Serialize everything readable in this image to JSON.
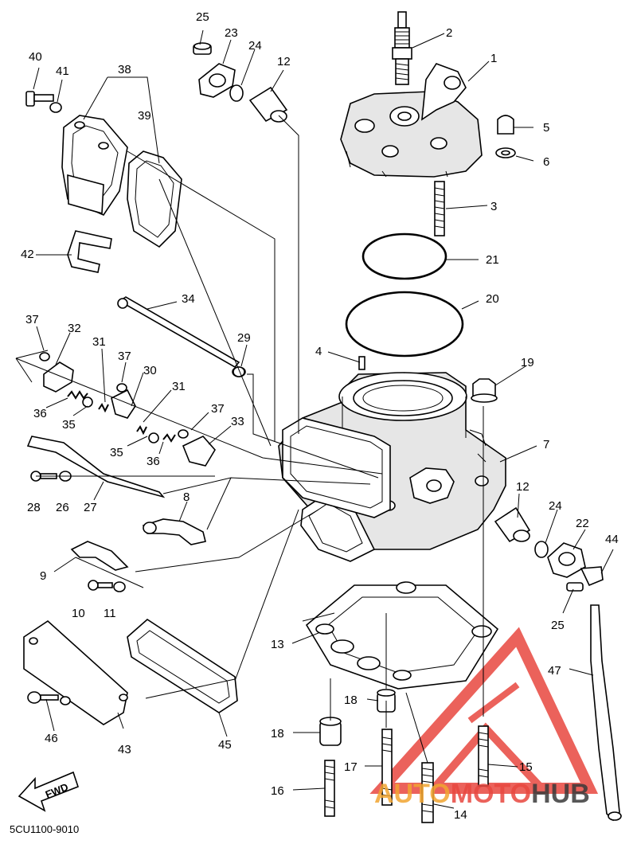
{
  "diagram_code": "5CU1100-9010",
  "fwd_label": "FWD",
  "watermark": {
    "part1": "AUTO",
    "part2": "MOTO",
    "part3": "HUB",
    "color_orange": "#f2a531",
    "color_red": "#e8473f",
    "color_dark": "#3a3a3a"
  },
  "callouts": [
    "1",
    "2",
    "3",
    "4",
    "5",
    "6",
    "7",
    "8",
    "9",
    "10",
    "11",
    "12",
    "12",
    "13",
    "14",
    "15",
    "16",
    "17",
    "18",
    "18",
    "19",
    "20",
    "21",
    "22",
    "23",
    "24",
    "24",
    "25",
    "25",
    "26",
    "27",
    "28",
    "29",
    "30",
    "31",
    "31",
    "32",
    "33",
    "34",
    "35",
    "35",
    "36",
    "36",
    "37",
    "37",
    "37",
    "38",
    "39",
    "40",
    "41",
    "42",
    "43",
    "44",
    "45",
    "46",
    "47"
  ]
}
